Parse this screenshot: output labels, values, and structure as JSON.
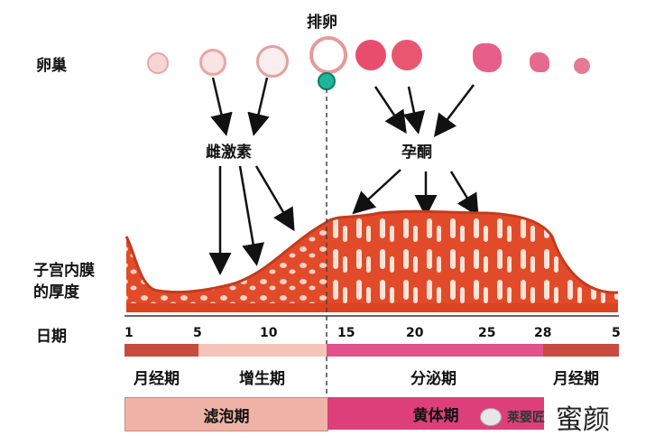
{
  "labels": {
    "ovary": "卵巢",
    "ovulation": "排卵",
    "estrogen": "雌激素",
    "progesterone": "孕酮",
    "endometrium_line1": "子宫内膜",
    "endometrium_line2": "的厚度",
    "day": "日期"
  },
  "day_ticks": [
    "1",
    "5",
    "10",
    "15",
    "20",
    "25",
    "28",
    "5"
  ],
  "cycle_phases": [
    "月经期",
    "增生期",
    "分泌期",
    "月经期"
  ],
  "ovarian_phases": [
    "滤泡期",
    "黄体期"
  ],
  "watermark": {
    "brand": "莱婴匠",
    "logo": "蜜颜"
  },
  "colors": {
    "menses": "#c94a3e",
    "proliferative": "#f4c4b8",
    "secretory": "#e0528c",
    "follicular": "#f0b3a8",
    "luteal": "#dd3f7a",
    "tissue": "#e24b2a"
  }
}
